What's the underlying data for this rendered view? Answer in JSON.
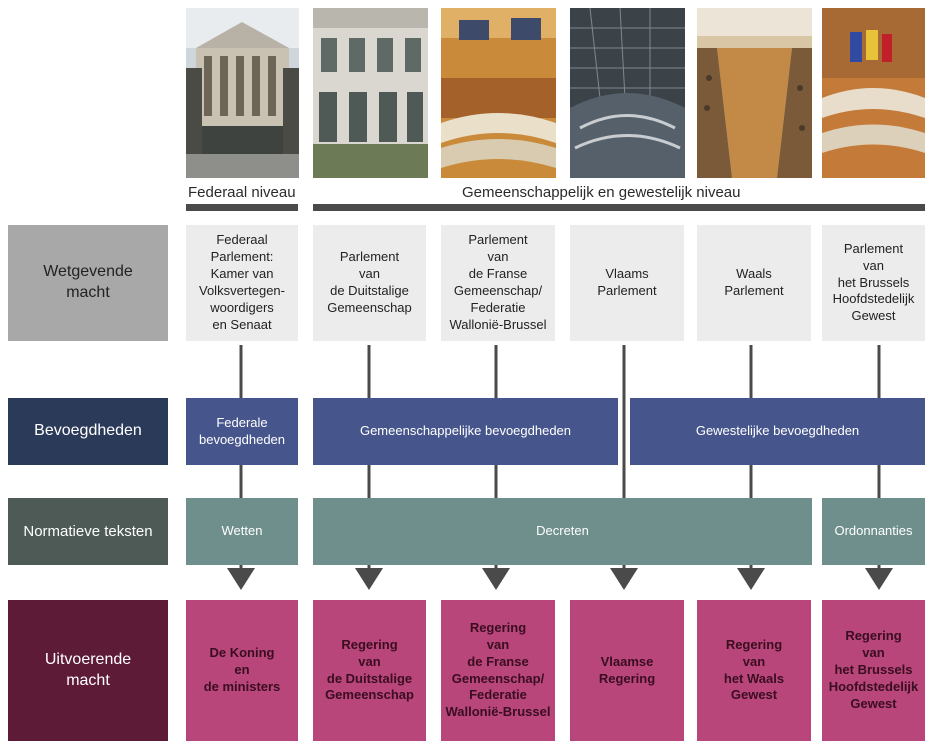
{
  "levels": {
    "federal": "Federaal niveau",
    "community_regional": "Gemeenschappelijk en gewestelijk niveau"
  },
  "row_labels": {
    "legislative": "Wetgevende\nmacht",
    "competences": "Bevoegdheden",
    "normative": "Normatieve teksten",
    "executive": "Uitvoerende\nmacht"
  },
  "legislative": [
    "Federaal\nParlement:\nKamer van\nVolksvertegen-\nwoordigers\nen Senaat",
    "Parlement\nvan\nde Duitstalige\nGemeenschap",
    "Parlement\nvan\nde Franse\nGemeenschap/\nFederatie\nWallonië-Brussel",
    "Vlaams\nParlement",
    "Waals\nParlement",
    "Parlement\nvan\nhet Brussels\nHoofdstedelijk\nGewest"
  ],
  "competences": {
    "federal": "Federale\nbevoegdheden",
    "community": "Gemeenschappelijke bevoegdheden",
    "regional": "Gewestelijke bevoegdheden"
  },
  "normative": {
    "laws": "Wetten",
    "decrees": "Decreten",
    "ordinances": "Ordonnanties"
  },
  "executive": [
    "De Koning\nen\nde ministers",
    "Regering\nvan\nde Duitstalige\nGemeenschap",
    "Regering\nvan\nde Franse\nGemeenschap/\nFederatie\nWallonië-Brussel",
    "Vlaamse\nRegering",
    "Regering\nvan\nhet Waals\nGewest",
    "Regering\nvan\nhet Brussels\nHoofdstedelijk\nGewest"
  ],
  "colors": {
    "level_bar": "#4a4a4a",
    "connector": "#4a4a4a",
    "competence_bg": "#46568c",
    "normative_bg": "#6f8f8c",
    "executive_bg": "#b8467a"
  }
}
